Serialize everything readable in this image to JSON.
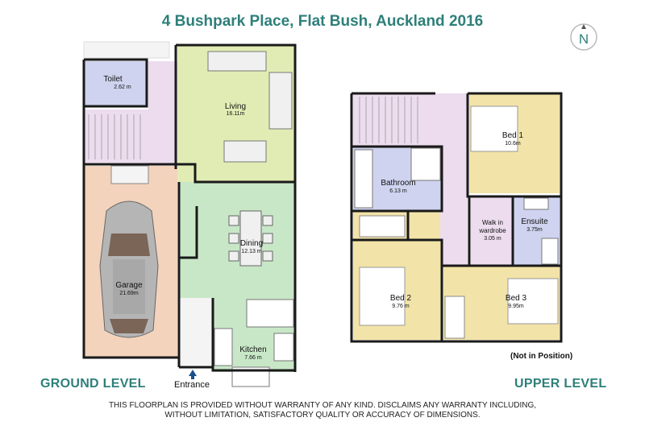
{
  "title": "4 Bushpark Place, Flat Bush, Auckland 2016",
  "levels": {
    "ground": "GROUND LEVEL",
    "upper": "UPPER LEVEL"
  },
  "entrance": "Entrance",
  "note": "(Not in Position)",
  "compass": "N",
  "disclaimer": {
    "line1": "THIS FLOORPLAN IS PROVIDED WITHOUT WARRANTY OF ANY KIND. DISCLAIMS ANY WARRANTY INCLUDING,",
    "line2": "WITHOUT LIMITATION, SATISFACTORY QUALITY OR ACCURACY OF DIMENSIONS."
  },
  "rooms": {
    "toilet": {
      "name": "Toilet",
      "area": "2.62 m"
    },
    "living": {
      "name": "Living",
      "area": "16.11m"
    },
    "dining": {
      "name": "Dining",
      "area": "12.13 m"
    },
    "garage": {
      "name": "Garage",
      "area": "21.69m"
    },
    "kitchen": {
      "name": "Kitchen",
      "area": "7.66 m"
    },
    "bathroom": {
      "name": "Bathroom",
      "area": "6.13 m"
    },
    "bed1": {
      "name": "Bed 1",
      "area": "10.6m"
    },
    "wir": {
      "name1": "Walk in",
      "name2": "wardrobe",
      "area": "3.05 m"
    },
    "ensuite": {
      "name": "Ensuite",
      "area": "3.75m"
    },
    "bed2": {
      "name": "Bed 2",
      "area": "9.76 m"
    },
    "bed3": {
      "name": "Bed 3",
      "area": "9.95m"
    }
  },
  "colors": {
    "accent": "#2e7f7a",
    "garage": "#f3d3bc",
    "living": "#e1ecb4",
    "dining": "#c8e7c7",
    "wet": "#cfd3ef",
    "hall": "#ecdcee",
    "bedroom": "#f2e3a8",
    "wall": "#1a1a1a"
  }
}
